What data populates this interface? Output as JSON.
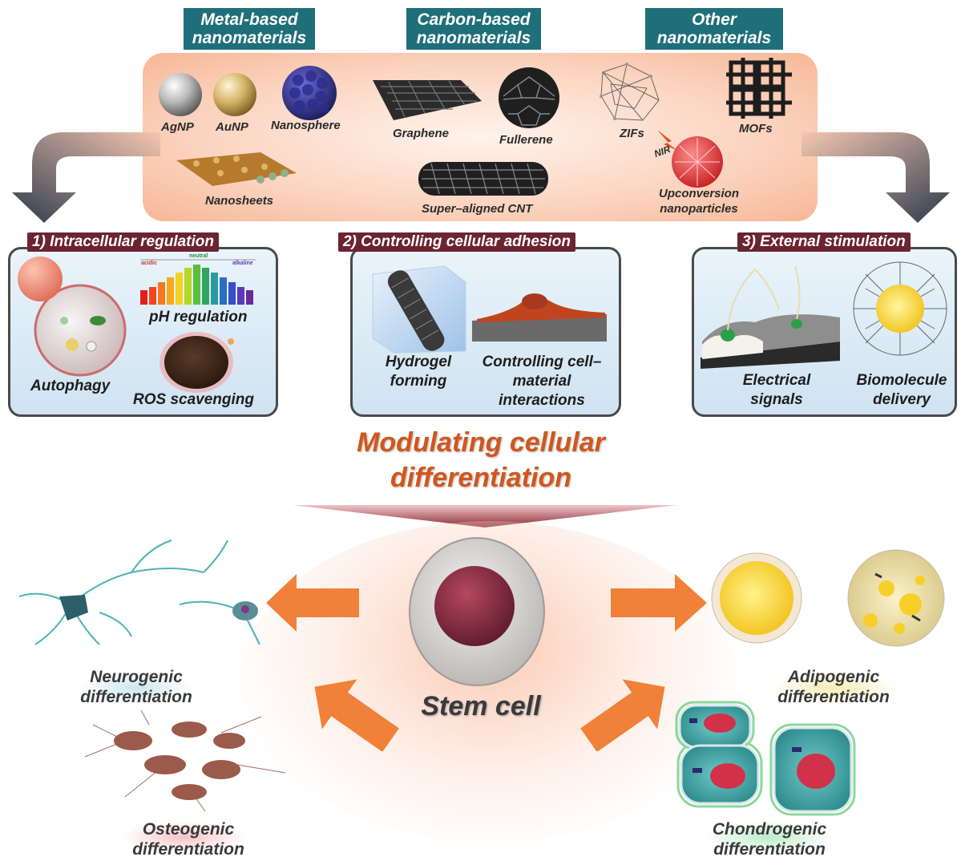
{
  "categories": {
    "metal": "Metal-based nanomaterials",
    "carbon": "Carbon-based nanomaterials",
    "other": "Other nanomaterials"
  },
  "materials": {
    "agnp": "AgNP",
    "aunp": "AuNP",
    "nanosphere": "Nanosphere",
    "graphene": "Graphene",
    "fullerene": "Fullerene",
    "zifs": "ZIFs",
    "mofs": "MOFs",
    "nir": "NIR",
    "nanosheets": "Nanosheets",
    "cnt": "Super–aligned CNT",
    "upconversion": "Upconversion nanoparticles"
  },
  "sections": {
    "intracellular": {
      "title": "1) Intracellular regulation",
      "ph_scale": {
        "acidic": "acidic",
        "neutral": "neutral",
        "alkaline": "alkaline"
      },
      "ph": "pH regulation",
      "autophagy": "Autophagy",
      "ros": "ROS scavenging"
    },
    "adhesion": {
      "title": "2) Controlling cellular adhesion",
      "hydrogel": "Hydrogel forming",
      "cellmat": "Controlling cell–material interactions"
    },
    "external": {
      "title": "3) External stimulation",
      "electrical": "Electrical signals",
      "biomolecule": "Biomolecule delivery"
    }
  },
  "center": {
    "modulating": "Modulating cellular differentiation",
    "stem": "Stem cell"
  },
  "differentiation": {
    "neuro": "Neurogenic differentiation",
    "osteo": "Osteogenic differentiation",
    "adipo": "Adipogenic differentiation",
    "chondro": "Chondrogenic differentiation"
  },
  "colors": {
    "header_bg": "#1f6f7a",
    "section_bg": "#6b2430",
    "modulating_text": "#d2561c",
    "arrow_orange": "#f07a2e",
    "top_box": "#f9c8ae"
  }
}
